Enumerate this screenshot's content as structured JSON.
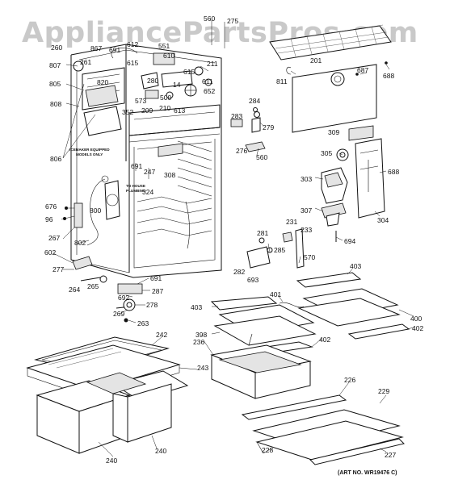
{
  "watermark": "AppliancePartsPros.com",
  "art_number": "(ART NO. WR19476 C)",
  "note_lines": [
    "ICEMAKER EQUIPPED",
    "MODELS ONLY"
  ],
  "arrow_note": [
    "TO HOUSE",
    "PLUMBING"
  ],
  "part_labels": [
    "560",
    "275",
    "260",
    "867",
    "612",
    "691",
    "551",
    "807",
    "261",
    "615",
    "610",
    "805",
    "820",
    "211",
    "615",
    "280",
    "611",
    "14",
    "652",
    "573",
    "500",
    "209",
    "210",
    "613",
    "808",
    "352",
    "806",
    "691",
    "247",
    "308",
    "324",
    "676",
    "96",
    "267",
    "800",
    "802",
    "602",
    "277",
    "691",
    "264",
    "265",
    "287",
    "692",
    "278",
    "269",
    "263",
    "201",
    "811",
    "687",
    "688",
    "284",
    "283",
    "279",
    "276",
    "560",
    "309",
    "305",
    "303",
    "688",
    "307",
    "304",
    "231",
    "233",
    "694",
    "281",
    "285",
    "570",
    "282",
    "693",
    "403",
    "403",
    "401",
    "400",
    "402",
    "398",
    "402",
    "236",
    "242",
    "243",
    "226",
    "229",
    "228",
    "227",
    "240",
    "240"
  ]
}
